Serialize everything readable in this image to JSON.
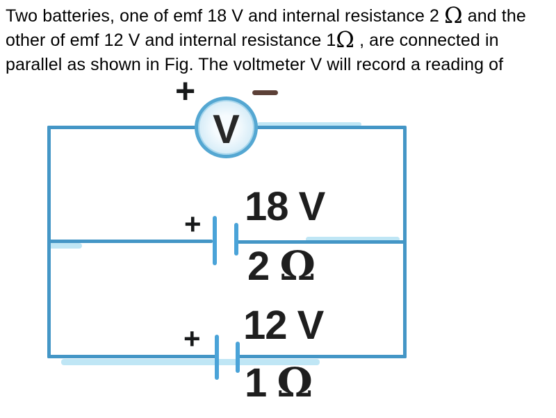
{
  "problem": {
    "lines": [
      "Two batteries, one of emf 18 V and internal resistance 2 Ω and the",
      "other of emf 12 V and internal resistance 1Ω , are connected in",
      "parallel as shown in Fig. The voltmeter V will record a reading of"
    ]
  },
  "circuit": {
    "voltmeter": {
      "label": "V",
      "plus_sign": "+",
      "minus_sign": "−"
    },
    "battery_18": {
      "emf": "18 V",
      "resistance": "2 Ω",
      "plus_sign": "+"
    },
    "battery_12": {
      "emf": "12 V",
      "resistance": "1 Ω",
      "plus_sign": "+"
    },
    "colors": {
      "wire": "#4496c6",
      "wire_highlight": "#aadef2",
      "battery_plate": "#4aa3d8",
      "meter_fill": "#cfe9f6",
      "meter_border": "#54a7d2",
      "meter_letter": "#272727",
      "label_text": "#1e1e1e",
      "plus_color": "#17191a",
      "minus_color": "#5c4037",
      "problem_text": "#000000"
    }
  }
}
